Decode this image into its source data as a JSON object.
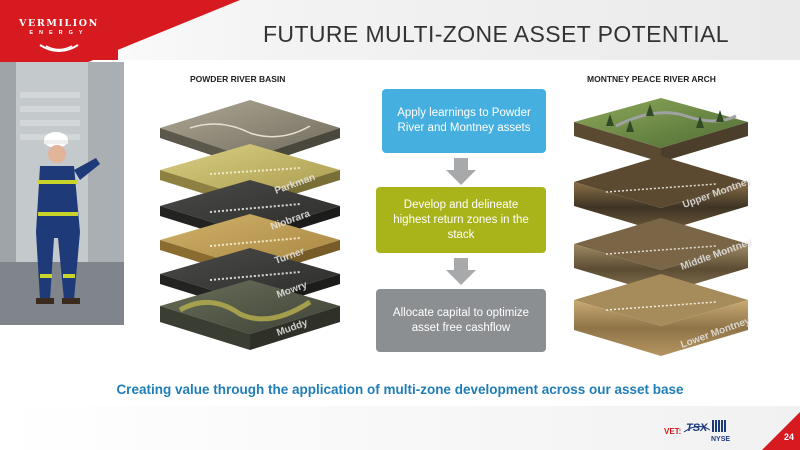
{
  "header": {
    "logo_name": "VERMILION",
    "logo_sub": "ENERGY",
    "title": "FUTURE MULTI-ZONE ASSET POTENTIAL"
  },
  "left_column": {
    "label": "POWDER RIVER BASIN",
    "layers": [
      "Parkman",
      "Niobrara",
      "Turner",
      "Mowry",
      "Muddy"
    ]
  },
  "right_column": {
    "label": "MONTNEY PEACE RIVER ARCH",
    "layers": [
      "Upper Montney",
      "Middle Montney",
      "Lower Montney"
    ]
  },
  "flow": [
    {
      "text": "Apply learnings to Powder River and Montney assets",
      "color": "#45b0e0"
    },
    {
      "text": "Develop and delineate highest return zones in the stack",
      "color": "#a8b41a"
    },
    {
      "text": "Allocate capital to optimize asset free cashflow",
      "color": "#8c8f92"
    }
  ],
  "tagline": "Creating value through the application of multi-zone development across our asset base",
  "footer": {
    "ticker_label": "VET:",
    "exchange_1": "TSX",
    "exchange_2": "NYSE",
    "page_number": "24"
  },
  "colors": {
    "brand_red": "#d71920",
    "tagline_blue": "#1f7eb7"
  }
}
